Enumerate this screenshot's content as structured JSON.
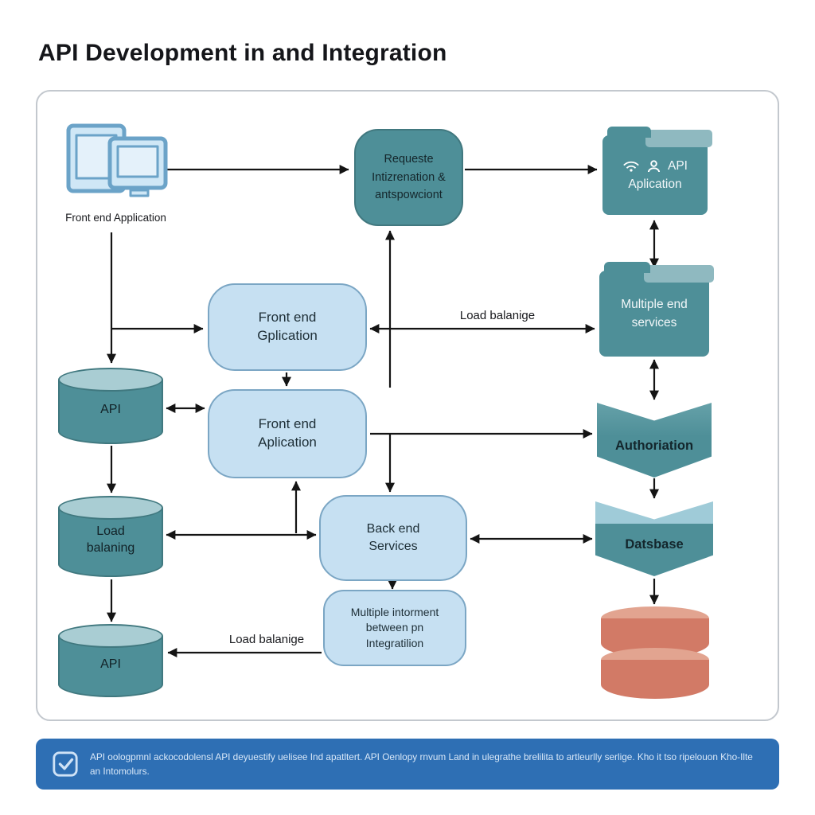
{
  "title": "API Development in and Integration",
  "nodes": {
    "front_end_icon_label": "Front end Application",
    "request": {
      "line1": "Requeste",
      "line2": "Intizrenation &",
      "line3": "antspowciont"
    },
    "api_application": {
      "line_top": "API",
      "line_bottom": "Aplication"
    },
    "multiple_end_services": {
      "line1": "Multiple end",
      "line2": "services"
    },
    "front_end_gplication": {
      "line1": "Front end",
      "line2": "Gplication"
    },
    "api_top": {
      "label": "API"
    },
    "front_end_aplication": {
      "line1": "Front end",
      "line2": "Aplication"
    },
    "authoriation": {
      "label": "Authoriation"
    },
    "load_balaning": {
      "line1": "Load",
      "line2": "balaning"
    },
    "back_end_services": {
      "line1": "Back end",
      "line2": "Services"
    },
    "datsbase": {
      "label": "Datsbase"
    },
    "multiple_intorment": {
      "line1": "Multiple intorment",
      "line2": "between pn",
      "line3": "Integratilion"
    },
    "api_bottom": {
      "label": "API"
    }
  },
  "edge_labels": {
    "top": "Load balanige",
    "bottom": "Load balanige"
  },
  "banner": {
    "text": "API oologpmnl ackocodolensl API deyuestify uelisee Ind apatltert. API Oenlopy rnvum Land in ulegrathe brelilita to artleurlly serlige. Kho it tso ripelouon Kho-Ilte an Intomolurs."
  },
  "colors": {
    "teal": "#4E8F98",
    "teal_light": "#A9CDD3",
    "light_blue": "#C6E0F2",
    "salmon": "#D27A66",
    "salmon_light": "#E2A490",
    "banner_blue": "#2E6FB4",
    "arrow": "#141414"
  }
}
